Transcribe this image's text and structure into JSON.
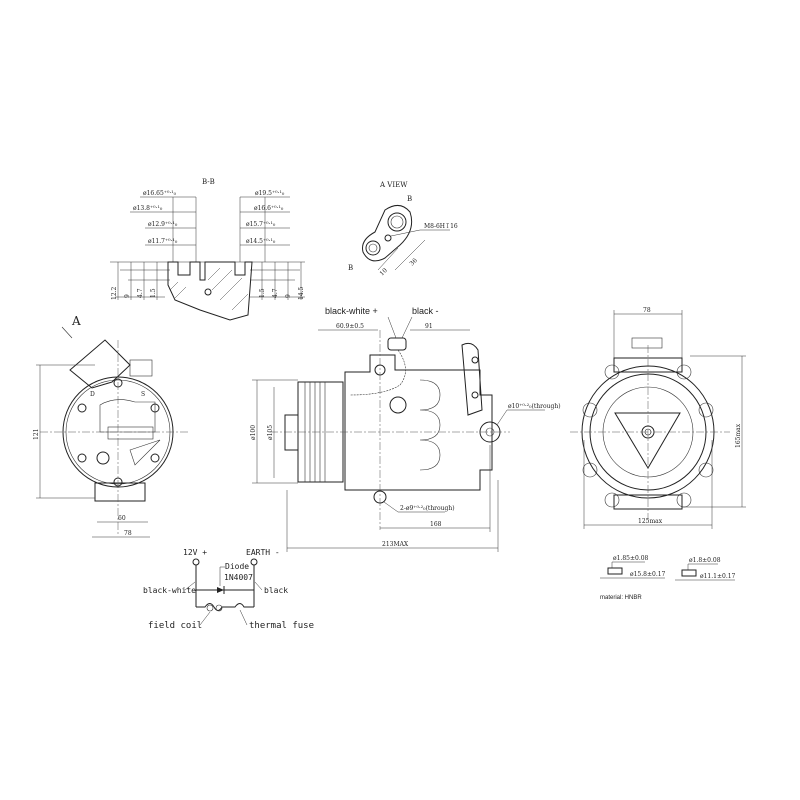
{
  "section_bb": {
    "title": "B-B",
    "left_diameters": [
      "ø16.65⁺⁰·¹₀",
      "ø13.8⁺⁰·¹₀",
      "ø12.9⁺⁰·¹₀",
      "ø11.7⁺⁰·¹₀"
    ],
    "right_diameters": [
      "ø19.5⁺⁰·¹₀",
      "ø16.6⁺⁰·¹₀",
      "ø15.7⁺⁰·¹₀",
      "ø14.5⁺⁰·¹₀"
    ],
    "left_depths": [
      "12.2",
      "9",
      "4.7",
      "1.5"
    ],
    "right_depths": [
      "1.5",
      "4.7",
      "9",
      "14.5"
    ]
  },
  "a_view": {
    "title": "A VIEW",
    "section_mark_top": "B",
    "section_mark_bottom": "B",
    "thread": "M8-6H↧16",
    "dim_small": "10",
    "dim_large": "36"
  },
  "side_view": {
    "view_arrow": "A",
    "port_d": "D",
    "port_s": "S",
    "height": "121",
    "width_inner": "60",
    "width_outer": "78"
  },
  "main_view": {
    "wire_plus": "black-white +",
    "wire_minus": "black -",
    "dim_connector": "60.9±0.5",
    "dim_91": "91",
    "dia_100": "ø100",
    "dia_105": "ø105",
    "mount_hole": "ø10⁺⁰·²₀(through)",
    "mount_holes_2": "2-ø9⁺⁰·²₀(through)",
    "dim_168": "168",
    "dim_total": "213MAX"
  },
  "rear_view": {
    "width_top": "78",
    "height": "165max",
    "width": "125max"
  },
  "wiring": {
    "plus": "12V +",
    "minus": "EARTH -",
    "diode": "Diode",
    "diode_type": "1N4007",
    "wire_left": "black-white",
    "wire_right": "black",
    "field_coil": "field coil",
    "thermal_fuse": "thermal fuse"
  },
  "orings": {
    "ring1_cs": "ø1.85±0.08",
    "ring1_id": "ø15.8±0.17",
    "ring2_cs": "ø1.8±0.08",
    "ring2_id": "ø11.1±0.17",
    "material": "material: HNBR"
  }
}
